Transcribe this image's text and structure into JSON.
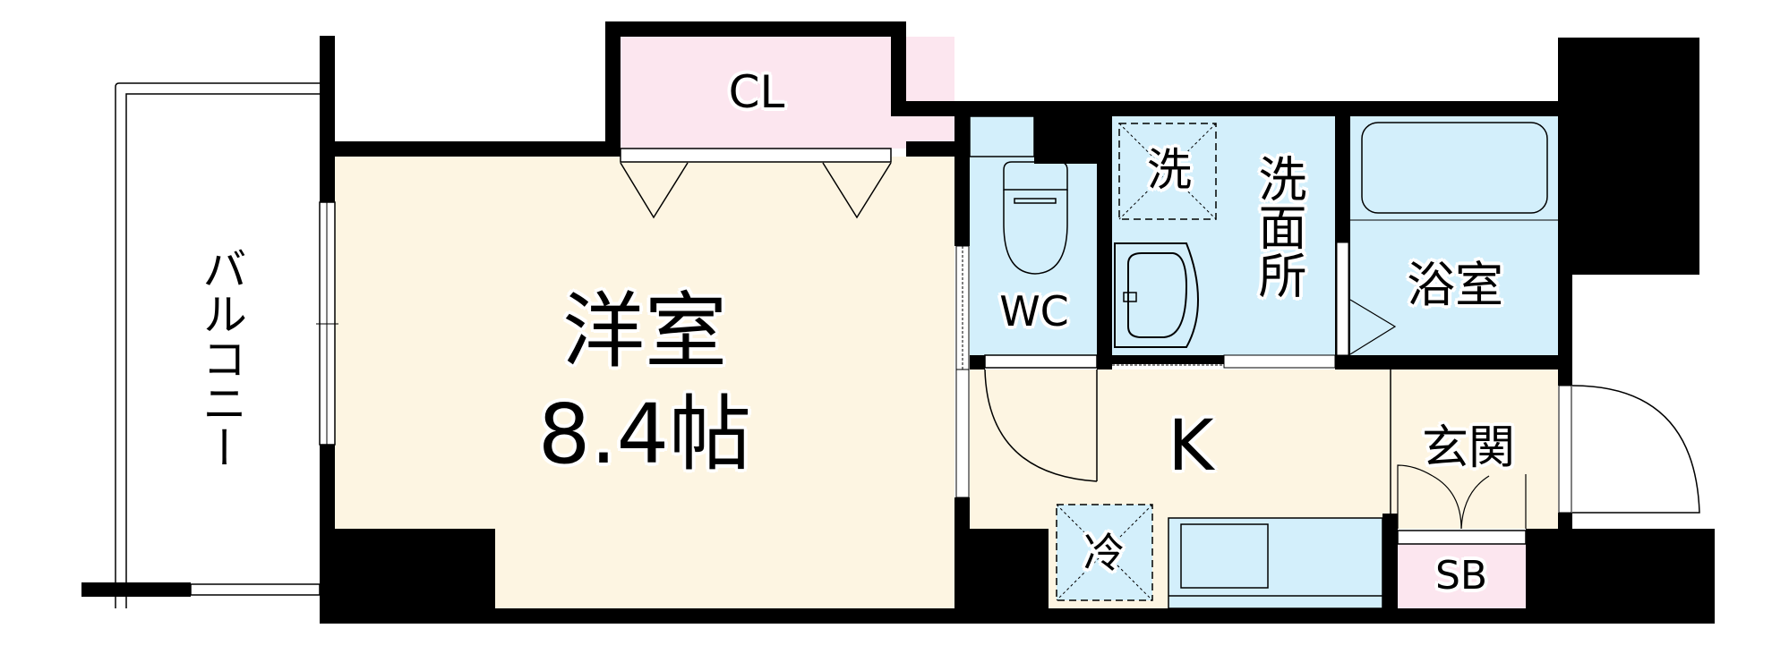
{
  "floor_plan": {
    "colors": {
      "wall": "#000000",
      "living": "#fdf5e2",
      "wet": "#d3effb",
      "storage": "#fce6ef",
      "outside": "#ffffff"
    },
    "rooms": {
      "balcony": {
        "label": "バルコニー"
      },
      "western_room": {
        "label": "洋室",
        "size": "8.4帖"
      },
      "closet": {
        "label": "CL"
      },
      "toilet": {
        "label": "WC"
      },
      "washroom": {
        "label": "洗面所"
      },
      "washer": {
        "label": "洗"
      },
      "bathroom": {
        "label": "浴室"
      },
      "kitchen": {
        "label": "K"
      },
      "fridge": {
        "label": "冷"
      },
      "entrance": {
        "label": "玄関"
      },
      "shoe_box": {
        "label": "SB"
      }
    }
  }
}
